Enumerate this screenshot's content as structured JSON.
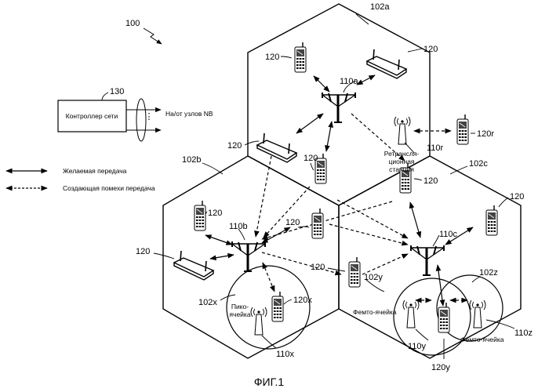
{
  "figure": {
    "number_label": "100",
    "caption": "ФИГ.1"
  },
  "controller": {
    "ref": "130",
    "label": "Контроллер сети",
    "link_text": "На/от узлов NB"
  },
  "legend": {
    "desired": "Желаемая передача",
    "interfering": "Создающая помехи передача"
  },
  "cells": {
    "a": "102a",
    "b": "102b",
    "c": "102c",
    "x": "102x",
    "y": "102y",
    "z": "102z"
  },
  "stations": {
    "a": "110a",
    "b": "110b",
    "c": "110c",
    "r": "110r",
    "x": "110x",
    "y": "110y",
    "z": "110z"
  },
  "terminals": {
    "generic": "120",
    "r": "120r",
    "x": "120x",
    "y": "120y"
  },
  "notes": {
    "relay_1": "Ретрансля-",
    "relay_2": "ционная",
    "relay_3": "станция",
    "pico_1": "Пико-",
    "pico_2": "ячейка",
    "femto_y": "Фемто-ячейка",
    "femto_z": "Фемто-ячейка"
  }
}
